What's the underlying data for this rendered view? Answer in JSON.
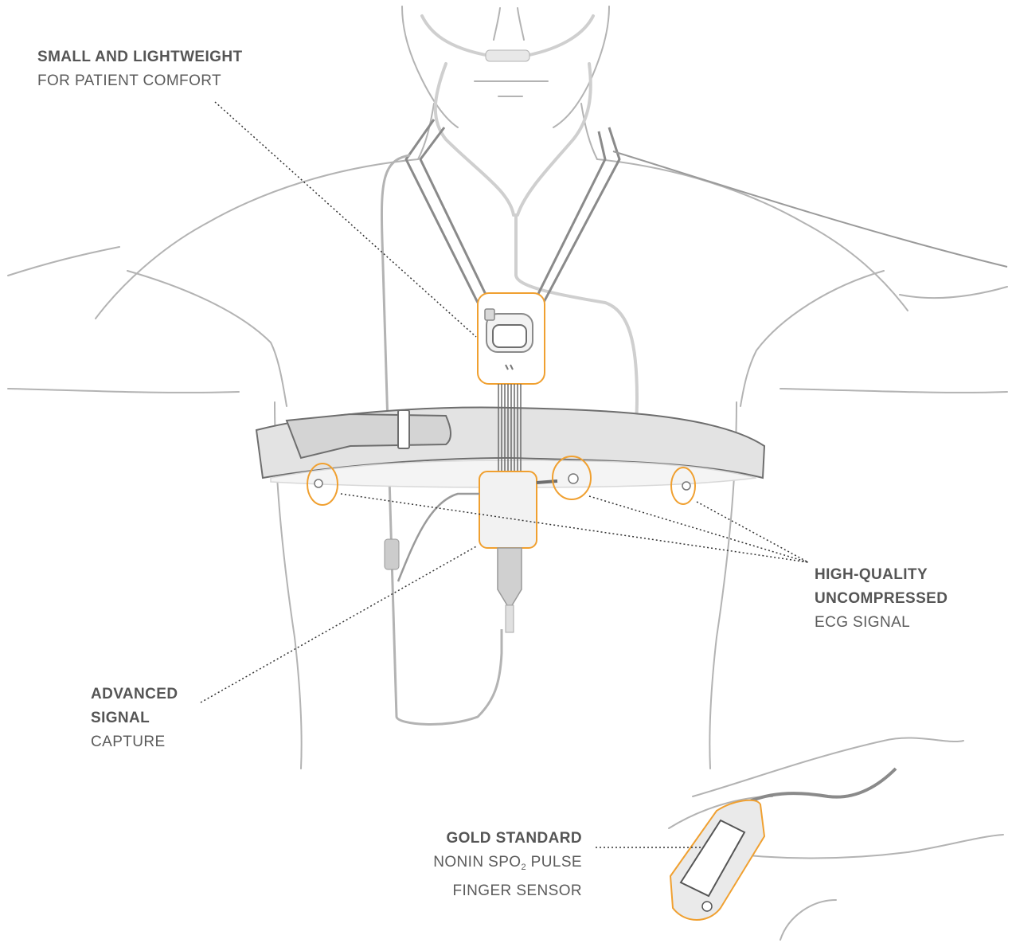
{
  "callouts": {
    "comfort": {
      "title": "SMALL AND LIGHTWEIGHT",
      "line1": "FOR PATIENT COMFORT"
    },
    "ecg": {
      "title1": "HIGH-QUALITY",
      "title2": "UNCOMPRESSED",
      "line1": "ECG SIGNAL"
    },
    "capture": {
      "title1": "ADVANCED",
      "title2": "SIGNAL",
      "line1": "CAPTURE"
    },
    "spo2": {
      "title": "GOLD STANDARD",
      "line1_a": "NONIN SPO",
      "line1_sub": "2",
      "line1_b": " PULSE",
      "line2": "FINGER SENSOR"
    }
  },
  "colors": {
    "accent": "#f0a030",
    "outline": "#a8a8a8",
    "text": "#5b5b5b",
    "leader": "#333333"
  }
}
